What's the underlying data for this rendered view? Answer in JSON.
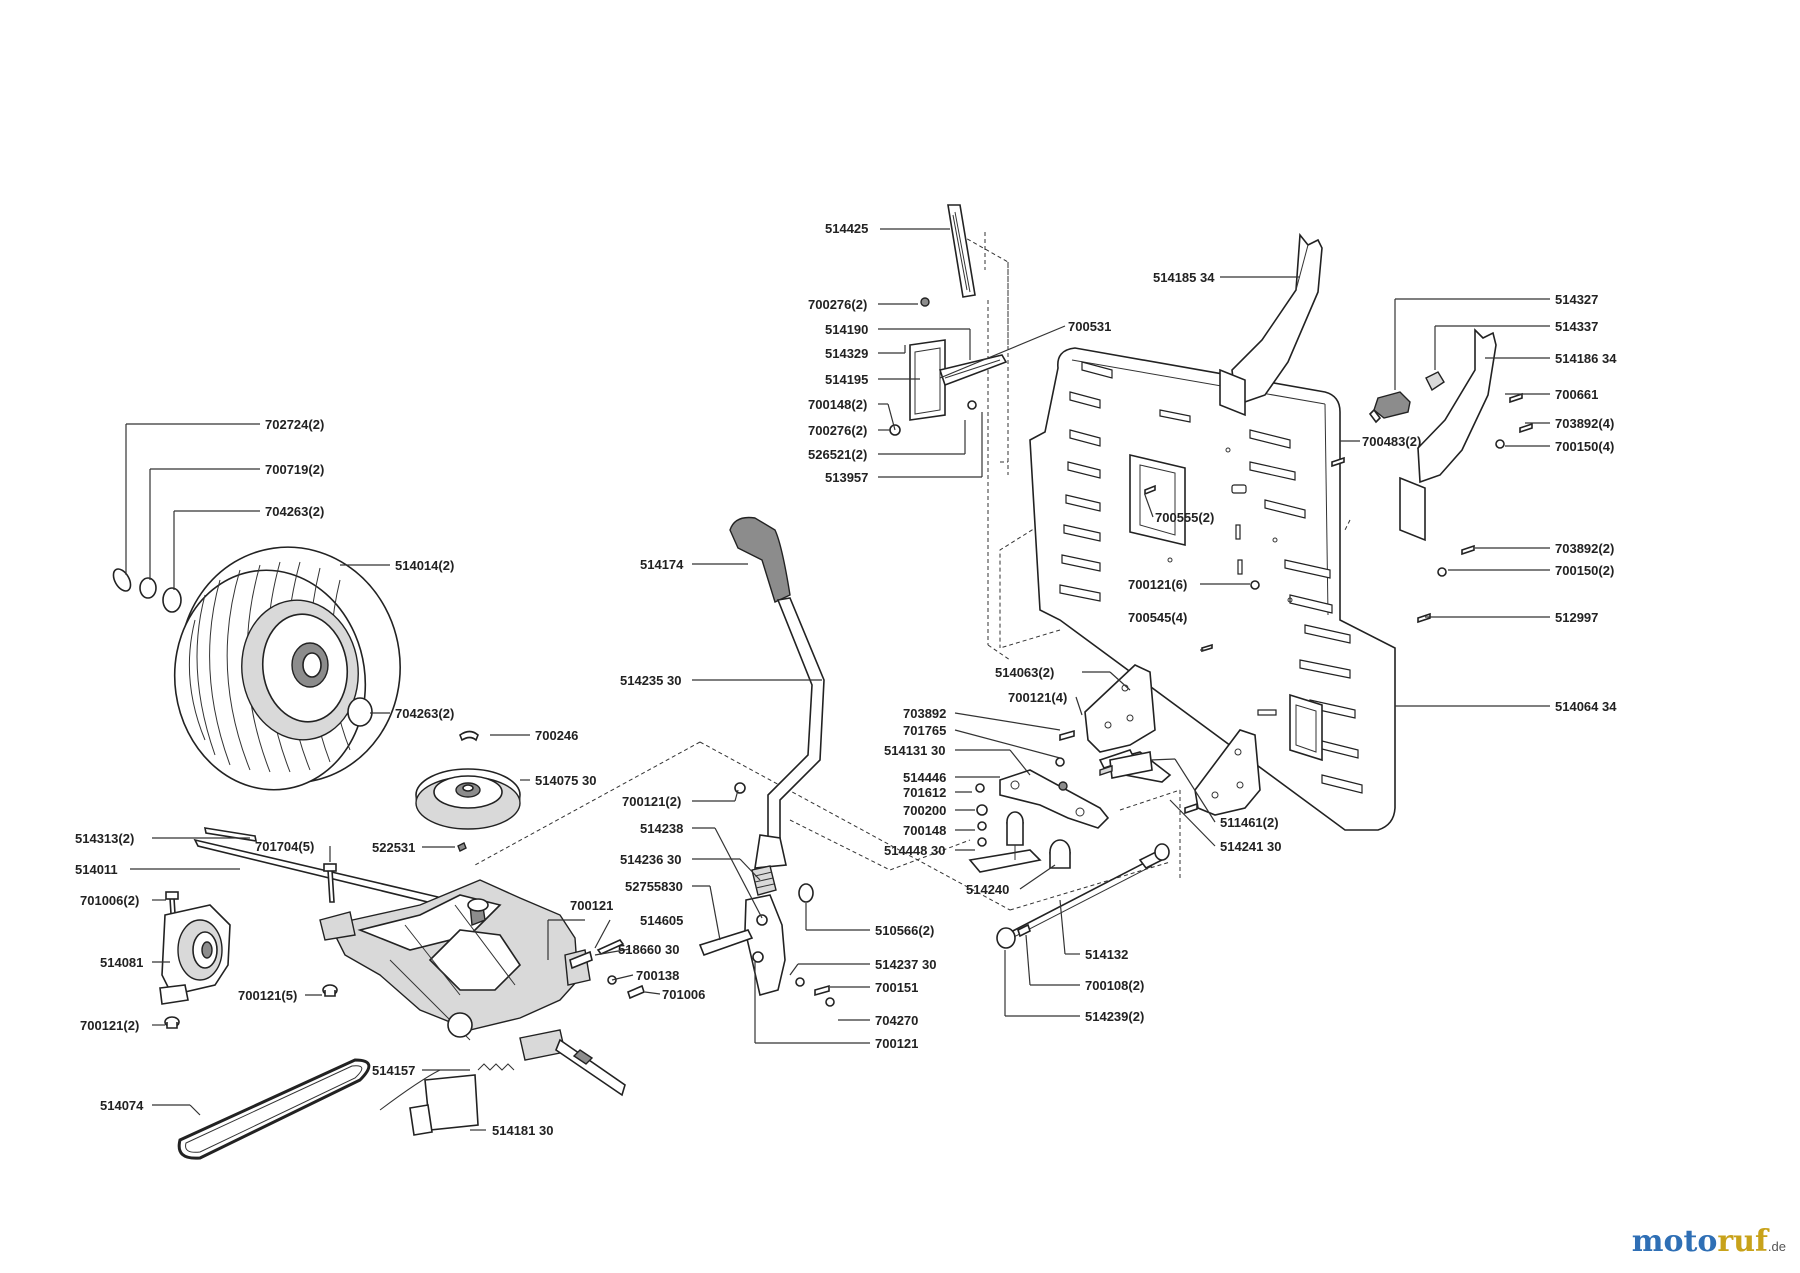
{
  "labels": {
    "l514425": "514425",
    "l700276a": "700276(2)",
    "l514190": "514190",
    "l514329": "514329",
    "l514195": "514195",
    "l700148a": "700148(2)",
    "l700276b": "700276(2)",
    "l526521": "526521(2)",
    "l513957": "513957",
    "l700531": "700531",
    "l514185": "514185 34",
    "l514327": "514327",
    "l514337": "514337",
    "l514186": "514186 34",
    "l700661": "700661",
    "l703892a": "703892(4)",
    "l700150a": "700150(4)",
    "l700483": "700483(2)",
    "l700555": "700555(2)",
    "l703892b": "703892(2)",
    "l700150b": "700150(2)",
    "l700121_6": "700121(6)",
    "l512997": "512997",
    "l700545": "700545(4)",
    "l514063": "514063(2)",
    "l700121_4": "700121(4)",
    "l514064": "514064 34",
    "l702724": "702724(2)",
    "l700719": "700719(2)",
    "l704263a": "704263(2)",
    "l514014": "514014(2)",
    "l704263b": "704263(2)",
    "l514174": "514174",
    "l514235": "514235 30",
    "l703892c": "703892",
    "l701765": "701765",
    "l514131": "514131 30",
    "l514446": "514446",
    "l701612": "701612",
    "l700200": "700200",
    "l700148b": "700148",
    "l514448": "514448 30",
    "l514240": "514240",
    "l511461": "511461(2)",
    "l514241": "514241 30",
    "l700246": "700246",
    "l514075": "514075 30",
    "l514313": "514313(2)",
    "l514011": "514011",
    "l701704": "701704(5)",
    "l522531": "522531",
    "l701006a": "701006(2)",
    "l514081": "514081",
    "l700121_5": "700121(5)",
    "l700121_2b": "700121(2)",
    "l700121_2a": "700121(2)",
    "l514238": "514238",
    "l514236": "514236 30",
    "l52755830": "52755830",
    "l700121a": "700121",
    "l514605": "514605",
    "l518660": "518660 30",
    "l700138": "700138",
    "l701006b": "701006",
    "l510566": "510566(2)",
    "l514237": "514237 30",
    "l700151": "700151",
    "l704270": "704270",
    "l700121b": "700121",
    "l514132": "514132",
    "l700108": "700108(2)",
    "l514239": "514239(2)",
    "l514157": "514157",
    "l514074": "514074",
    "l514181": "514181 30"
  },
  "logo": {
    "part1": "moto",
    "part2": "ruf",
    "suffix": ".de"
  },
  "colors": {
    "logo_blue": "#2f6fb5",
    "logo_gold": "#c8a21a"
  }
}
